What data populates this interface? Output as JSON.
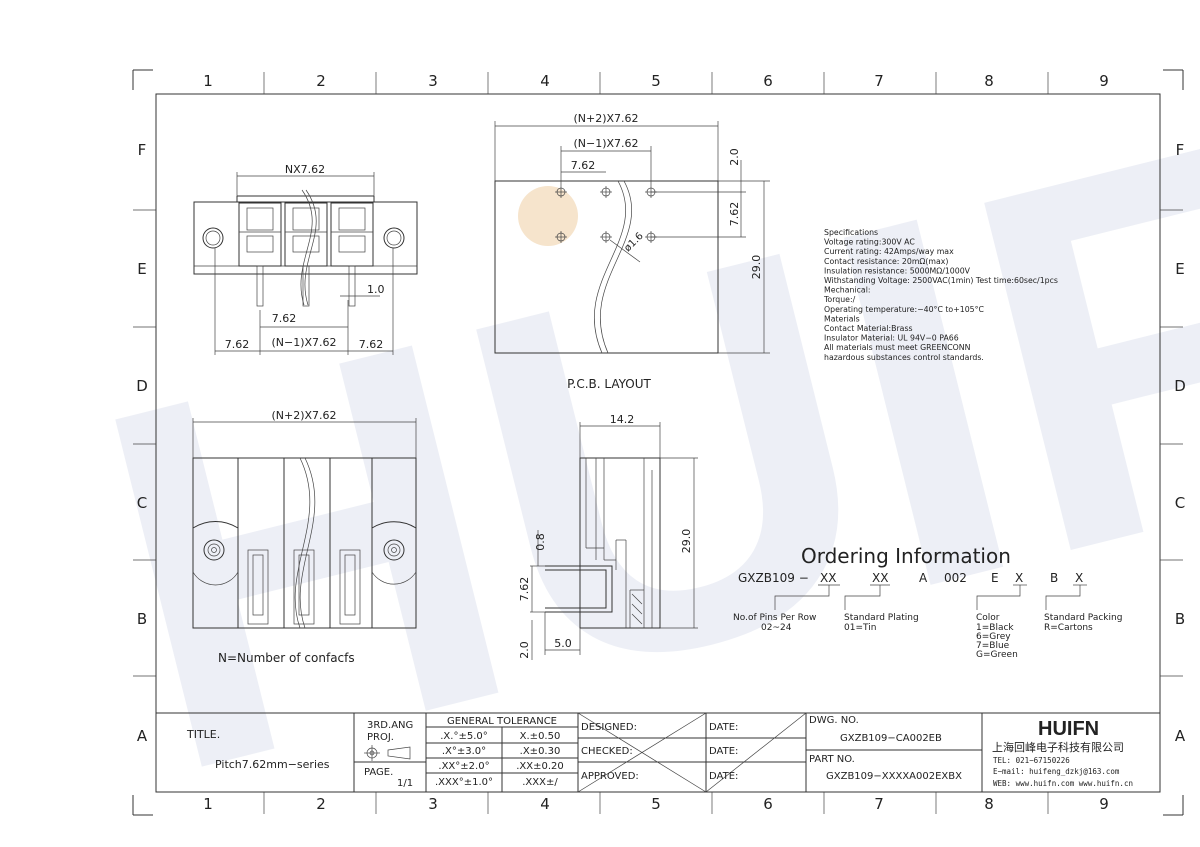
{
  "frame": {
    "columns": [
      "1",
      "2",
      "3",
      "4",
      "5",
      "6",
      "7",
      "8",
      "9"
    ],
    "rows": [
      "F",
      "E",
      "D",
      "C",
      "B",
      "A"
    ]
  },
  "watermark": {
    "text": "HUIFN",
    "color": "#dfe3ef"
  },
  "front_view": {
    "dim_top": "NX7.62",
    "dim_pin_gap": "1.0",
    "dim_pitch": "7.62",
    "dim_left": "7.62",
    "dim_mid": "(N−1)X7.62",
    "dim_right": "7.62"
  },
  "pcb_layout": {
    "dim_total": "(N+2)X7.62",
    "dim_mid": "(N−1)X7.62",
    "dim_pitch": "7.62",
    "dim_top": "2.0",
    "dim_vpitch": "7.62",
    "dim_height": "29.0",
    "dim_hole": "ø1.6",
    "caption": "P.C.B. LAYOUT"
  },
  "top_view": {
    "dim_total": "(N+2)X7.62",
    "note": "N=Number of confacfs"
  },
  "side_view": {
    "dim_width": "14.2",
    "dim_height": "29.0",
    "dim_08": "0.8",
    "dim_762": "7.62",
    "dim_20": "2.0",
    "dim_50": "5.0"
  },
  "specifications": [
    "Specifications",
    "Voltage rating:300V AC",
    "Current rating: 42Amps/way max",
    "Contact resistance: 20mΩ(max)",
    "Insulation resistance: 5000MΩ/1000V",
    "Withstanding Voltage: 2500VAC(1min) Test time:60sec/1pcs",
    "Mechanical:",
    "Torque:/",
    "Operating temperature:−40°C to+105°C",
    "Materials",
    "Contact Material:Brass",
    "Insulator Material: UL 94V−0 PA66",
    "All materials must meet GREENCONN",
    "hazardous substances control standards."
  ],
  "ordering": {
    "title": "Ordering Information",
    "p1": "GXZB109 −",
    "p2": "XX",
    "p3": "XX",
    "p4": "A",
    "p5": "002",
    "p6": "E",
    "p7": "X",
    "p8": "B",
    "p9": "X",
    "pins_label": "No.of Pins Per Row",
    "pins_range": "02~24",
    "plating_label": "Standard Plating",
    "plating_value": "01=Tin",
    "color_label": "Color",
    "color_options": [
      "1=Black",
      "6=Grey",
      "7=Blue",
      "G=Green"
    ],
    "packing_label": "Standard Packing",
    "packing_value": "R=Cartons"
  },
  "title_block": {
    "title_label": "TITLE.",
    "title_value": "Pitch7.62mm−series",
    "proj_label_1": "3RD.ANG",
    "proj_label_2": "PROJ.",
    "page_label": "PAGE.",
    "page_value": "1/1",
    "tol_header": "GENERAL  TOLERANCE",
    "tolerances": [
      [
        ".X.°±5.0°",
        "X.±0.50"
      ],
      [
        ".X°±3.0°",
        ".X±0.30"
      ],
      [
        ".XX°±2.0°",
        ".XX±0.20"
      ],
      [
        ".XXX°±1.0°",
        ".XXX±/"
      ]
    ],
    "designed": "DESIGNED:",
    "checked": "CHECKED:",
    "approved": "APPROVED:",
    "date": "DATE:",
    "dwg_label": "DWG. NO.",
    "dwg_value": "GXZB109−CA002EB",
    "part_label": "PART NO.",
    "part_value": "GXZB109−XXXXA002EXBX",
    "logo": "HUIFN",
    "company": "上海回峰电子科技有限公司",
    "tel": "TEL: 021−67150226",
    "email": "E−mail: huifeng_dzkj@163.com",
    "web": "WEB: www.huifn.com   www.huifn.cn"
  }
}
